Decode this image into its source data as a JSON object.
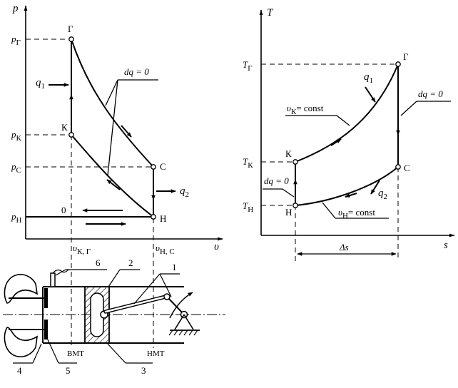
{
  "pv_diagram": {
    "axis_y": "p",
    "axis_x": "υ",
    "ticks_y": {
      "pG": {
        "base": "p",
        "sub": "Г"
      },
      "pK": {
        "base": "p",
        "sub": "К"
      },
      "pC": {
        "base": "p",
        "sub": "С"
      },
      "pN": {
        "base": "p",
        "sub": "Н"
      }
    },
    "ticks_x": {
      "vKG": {
        "base": "υ",
        "sub": "К, Г"
      },
      "vNC": {
        "base": "υ",
        "sub": "Н, С"
      }
    },
    "points": {
      "G": "Г",
      "K": "К",
      "C": "С",
      "N": "Н",
      "zero": "0"
    },
    "labels": {
      "q1": {
        "base": "q",
        "sub": "1"
      },
      "q2": {
        "base": "q",
        "sub": "2"
      },
      "dq": "dq = 0"
    }
  },
  "ts_diagram": {
    "axis_y": "T",
    "axis_x": "s",
    "ticks_y": {
      "TG": {
        "base": "T",
        "sub": "Г"
      },
      "TK": {
        "base": "T",
        "sub": "К"
      },
      "TN": {
        "base": "T",
        "sub": "Н"
      }
    },
    "points": {
      "G": "Г",
      "K": "К",
      "C": "С",
      "N": "Н"
    },
    "labels": {
      "q1": {
        "base": "q",
        "sub": "1"
      },
      "q2": {
        "base": "q",
        "sub": "2"
      },
      "dq_right": "dq = 0",
      "dq_left": "dq = 0",
      "vK": {
        "base": "υ",
        "sub": "К",
        "tail": "= const"
      },
      "vN": {
        "base": "υ",
        "sub": "Н",
        "tail": "= const"
      },
      "delta_s": "Δs"
    }
  },
  "engine": {
    "part_numbers": [
      "1",
      "2",
      "3",
      "4",
      "5",
      "6"
    ],
    "vmt": "ВМТ",
    "nmt": "НМТ"
  }
}
